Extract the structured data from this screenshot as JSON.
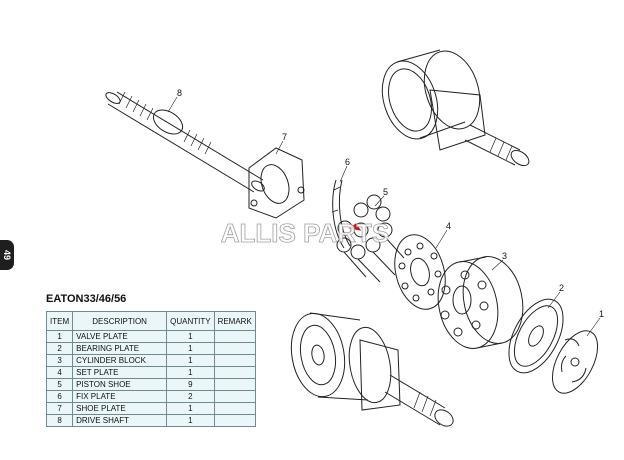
{
  "page_number": "49",
  "model_title": "EATON33/46/56",
  "watermark_text": "ALLIS PARTS",
  "callouts": [
    "1",
    "2",
    "3",
    "4",
    "5",
    "6",
    "7",
    "8"
  ],
  "table": {
    "headers": [
      "ITEM",
      "DESCRIPTION",
      "QUANTITY",
      "REMARK"
    ],
    "rows": [
      {
        "item": "1",
        "description": "VALVE PLATE",
        "quantity": "1",
        "remark": ""
      },
      {
        "item": "2",
        "description": "BEARING PLATE",
        "quantity": "1",
        "remark": ""
      },
      {
        "item": "3",
        "description": "CYLINDER BLOCK",
        "quantity": "1",
        "remark": ""
      },
      {
        "item": "4",
        "description": "SET PLATE",
        "quantity": "1",
        "remark": ""
      },
      {
        "item": "5",
        "description": "PISTON SHOE",
        "quantity": "9",
        "remark": ""
      },
      {
        "item": "6",
        "description": "FIX PLATE",
        "quantity": "2",
        "remark": ""
      },
      {
        "item": "7",
        "description": "SHOE PLATE",
        "quantity": "1",
        "remark": ""
      },
      {
        "item": "8",
        "description": "DRIVE SHAFT",
        "quantity": "1",
        "remark": ""
      }
    ]
  },
  "colors": {
    "line": "#222222",
    "table_bg": "#eaf6f8",
    "table_border": "#6f8a90",
    "accent": "#d01010"
  }
}
